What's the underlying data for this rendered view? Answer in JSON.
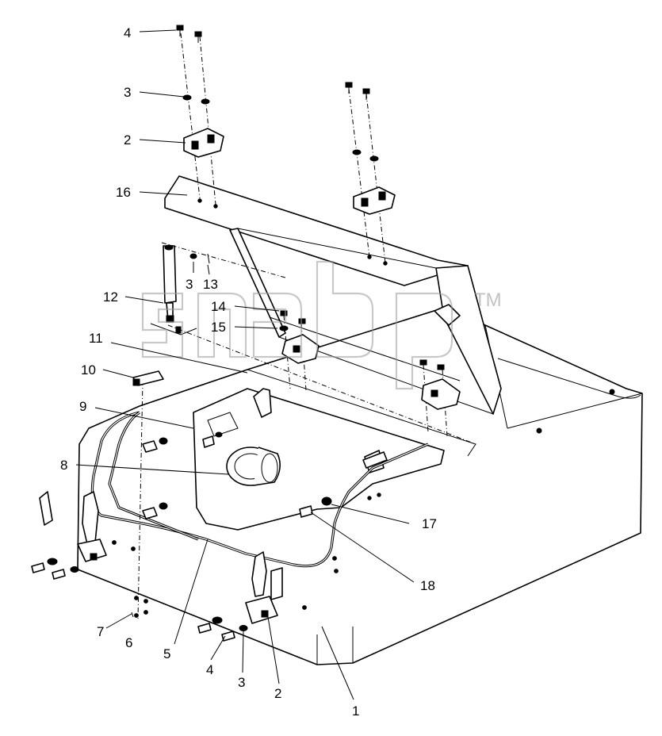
{
  "diagram": {
    "callouts": {
      "top_4": "4",
      "top_3": "3",
      "top_2": "2",
      "c16": "16",
      "c3b": "3",
      "c13": "13",
      "c12": "12",
      "c14": "14",
      "c15": "15",
      "c11": "11",
      "c10": "10",
      "c9": "9",
      "c8": "8",
      "c17": "17",
      "c18": "18",
      "c7": "7",
      "c6": "6",
      "c5": "5",
      "bot_4": "4",
      "bot_3": "3",
      "bot_2": "2",
      "c1": "1"
    },
    "watermark": {
      "trademark": "TM"
    }
  }
}
